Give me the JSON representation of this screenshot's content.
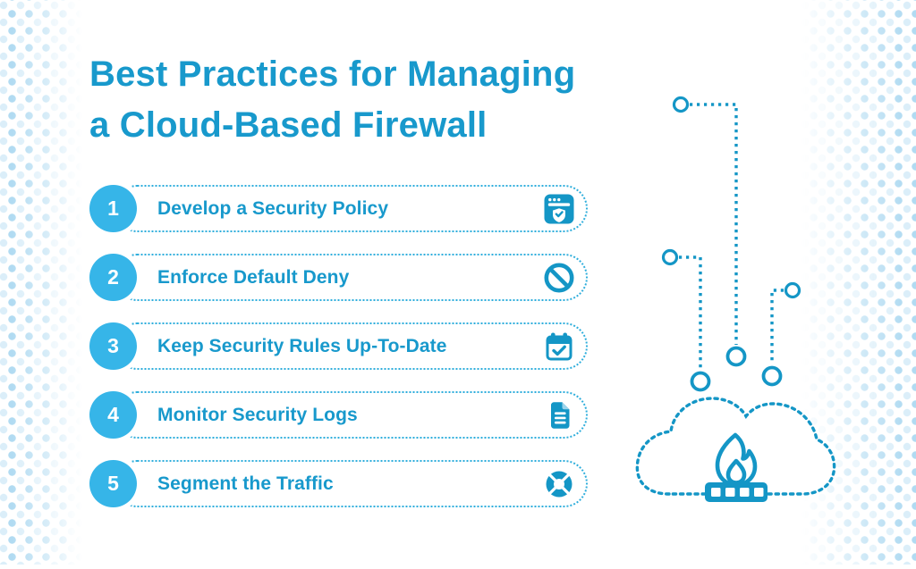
{
  "header": {
    "title_line1": "Best Practices for Managing",
    "title_line2": "a Cloud-Based Firewall"
  },
  "steps": [
    {
      "number": "1",
      "label": "Develop a Security Policy",
      "icon": "shield-browser-icon"
    },
    {
      "number": "2",
      "label": "Enforce Default Deny",
      "icon": "ban-icon"
    },
    {
      "number": "3",
      "label": "Keep Security Rules Up-To-Date",
      "icon": "calendar-check-icon"
    },
    {
      "number": "4",
      "label": "Monitor Security Logs",
      "icon": "log-document-icon"
    },
    {
      "number": "5",
      "label": "Segment the Traffic",
      "icon": "segmented-wheel-icon"
    }
  ],
  "illustration": {
    "description": "dotted circuit lines with nodes descending into a dotted cloud containing a firewall (flame over bricks)"
  },
  "colors": {
    "accent": "#1496C6",
    "text": "#1899CC",
    "bullet_circle": "#36B5E8",
    "dotted_border": "#2FAEDC",
    "halftone_dot": "#7DC3E9",
    "background": "#FFFFFF"
  }
}
